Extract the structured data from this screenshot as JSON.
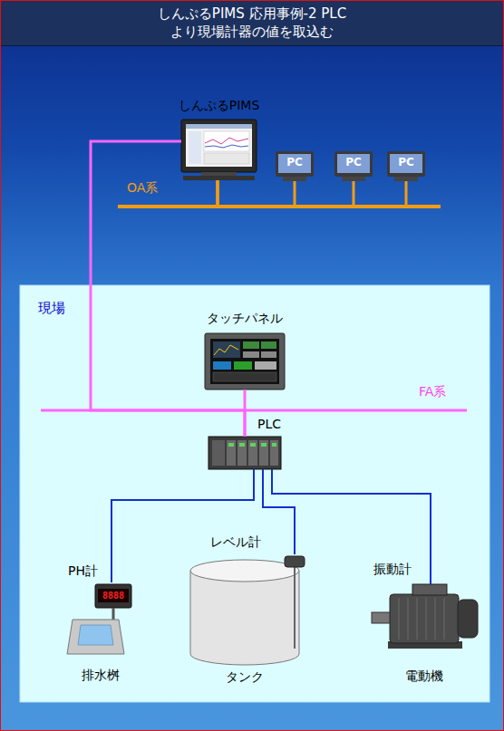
{
  "diagram": {
    "title": "しんぷるPIMS 応用事例-2 PLCより現場計器の値を取込む",
    "nodes": [
      {
        "text": [
          "しんぷるPIMS"
        ]
      },
      {
        "text": [
          "PC"
        ]
      },
      {
        "text": [
          "PC"
        ]
      },
      {
        "text": [
          "PC"
        ]
      },
      {
        "text": [
          "現場"
        ]
      },
      {
        "text": [
          "タッチパネル"
        ],
        "in": 4
      },
      {
        "text": [
          "PLC"
        ],
        "in": 4
      },
      {
        "text": [
          "PH計",
          "8888",
          "排水桝"
        ],
        "in": 4
      },
      {
        "text": [
          "レベル計",
          "タンク"
        ],
        "in": 4
      },
      {
        "text": [
          "振動計",
          "電動機"
        ],
        "in": 4
      }
    ],
    "edges": [
      {
        "from": 0,
        "to": 6,
        "arrow": "none"
      },
      {
        "from": 5,
        "to": 6,
        "arrow": "none"
      },
      {
        "from": 0,
        "to": 1,
        "arrow": "none"
      },
      {
        "from": 0,
        "to": 2,
        "arrow": "none"
      },
      {
        "from": 0,
        "to": 3,
        "arrow": "none"
      },
      {
        "from": 6,
        "to": 7,
        "arrow": "none"
      },
      {
        "from": 6,
        "to": 8,
        "arrow": "none"
      },
      {
        "from": 6,
        "to": 9,
        "arrow": "none"
      }
    ],
    "labels": [
      "OA系",
      "FA系"
    ]
  }
}
